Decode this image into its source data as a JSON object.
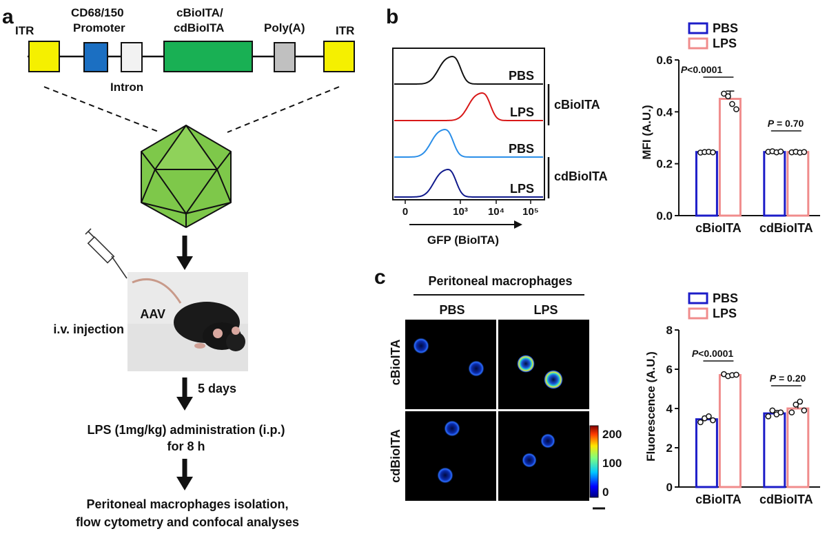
{
  "panel_a": {
    "label": "a",
    "construct": {
      "itr_left": "ITR",
      "promoter": [
        "CD68/150",
        "Promoter"
      ],
      "gene": [
        "cBioITA/",
        "cdBioITA"
      ],
      "polya": "Poly(A)",
      "itr_right": "ITR",
      "intron": "Intron"
    },
    "aav_label": "AAV",
    "injection_label": "i.v. injection",
    "step1": "5 days",
    "step2": [
      "LPS (1mg/kg) administration (i.p.)",
      "for 8 h"
    ],
    "step3": [
      "Peritoneal macrophages isolation,",
      "flow cytometry and confocal analyses"
    ],
    "colors": {
      "itr": "#f5f000",
      "promoter": "#1b6fc2",
      "intron": "#f2f2f2",
      "gene": "#19b054",
      "polya": "#c0c0c0",
      "virus": "#7ec84a"
    }
  },
  "panel_b": {
    "label": "b",
    "histogram": {
      "tracks": [
        {
          "label": "PBS",
          "color": "#111111",
          "peak": 0.35
        },
        {
          "label": "LPS",
          "color": "#d81818",
          "peak": 0.55
        },
        {
          "label": "PBS",
          "color": "#2a8ee8",
          "peak": 0.3
        },
        {
          "label": "LPS",
          "color": "#101a8c",
          "peak": 0.32
        }
      ],
      "group1": "cBioITA",
      "group2": "cdBioITA",
      "ticks": [
        "0",
        "10³",
        "10⁴",
        "10⁵"
      ],
      "xlabel": "GFP (BioITA)"
    }
  },
  "panel_c": {
    "label": "c",
    "title": "Peritoneal macrophages",
    "col_labels": [
      "PBS",
      "LPS"
    ],
    "row_labels": [
      "cBioITA",
      "cdBioITA"
    ],
    "colorbar_ticks": [
      "200",
      "100",
      "0"
    ]
  },
  "chart_data": [
    {
      "type": "bar",
      "categories": [
        "cBioITA",
        "cdBioITA"
      ],
      "series": [
        {
          "name": "PBS",
          "values": [
            0.245,
            0.245
          ],
          "points": [
            [
              0.243,
              0.245,
              0.246,
              0.244
            ],
            [
              0.246,
              0.248,
              0.244,
              0.247
            ]
          ],
          "sd": [
            0.003,
            0.003
          ]
        },
        {
          "name": "LPS",
          "values": [
            0.45,
            0.245
          ],
          "points": [
            [
              0.47,
              0.46,
              0.43,
              0.41
            ],
            [
              0.244,
              0.246,
              0.243,
              0.245
            ]
          ],
          "sd": [
            0.03,
            0.003
          ]
        }
      ],
      "ylabel": "MFI (A.U.)",
      "ylim": [
        0,
        0.6
      ],
      "yticks": [
        "0.0",
        "0.2",
        "0.4",
        "0.6"
      ],
      "annotations": [
        {
          "italic": "P",
          "text": "<0.0001"
        },
        {
          "italic": "P",
          "text": " = 0.70"
        }
      ],
      "colors": {
        "PBS": "#1c1cc8",
        "LPS": "#f08c8c"
      }
    },
    {
      "type": "bar",
      "categories": [
        "cBioITA",
        "cdBioITA"
      ],
      "series": [
        {
          "name": "PBS",
          "values": [
            3.45,
            3.75
          ],
          "points": [
            [
              3.3,
              3.5,
              3.6,
              3.4
            ],
            [
              3.6,
              3.9,
              3.7,
              3.8
            ]
          ],
          "sd": [
            0.15,
            0.15
          ]
        },
        {
          "name": "LPS",
          "values": [
            5.7,
            4.0
          ],
          "points": [
            [
              5.75,
              5.65,
              5.7,
              5.72
            ],
            [
              3.8,
              4.2,
              4.35,
              3.9
            ]
          ],
          "sd": [
            0.05,
            0.25
          ]
        }
      ],
      "ylabel": "Fluorescence (A.U.)",
      "ylim": [
        0,
        8
      ],
      "yticks": [
        "0",
        "2",
        "4",
        "6",
        "8"
      ],
      "annotations": [
        {
          "italic": "P",
          "text": "<0.0001"
        },
        {
          "italic": "P",
          "text": " = 0.20"
        }
      ],
      "colors": {
        "PBS": "#1c1cc8",
        "LPS": "#f08c8c"
      }
    }
  ]
}
